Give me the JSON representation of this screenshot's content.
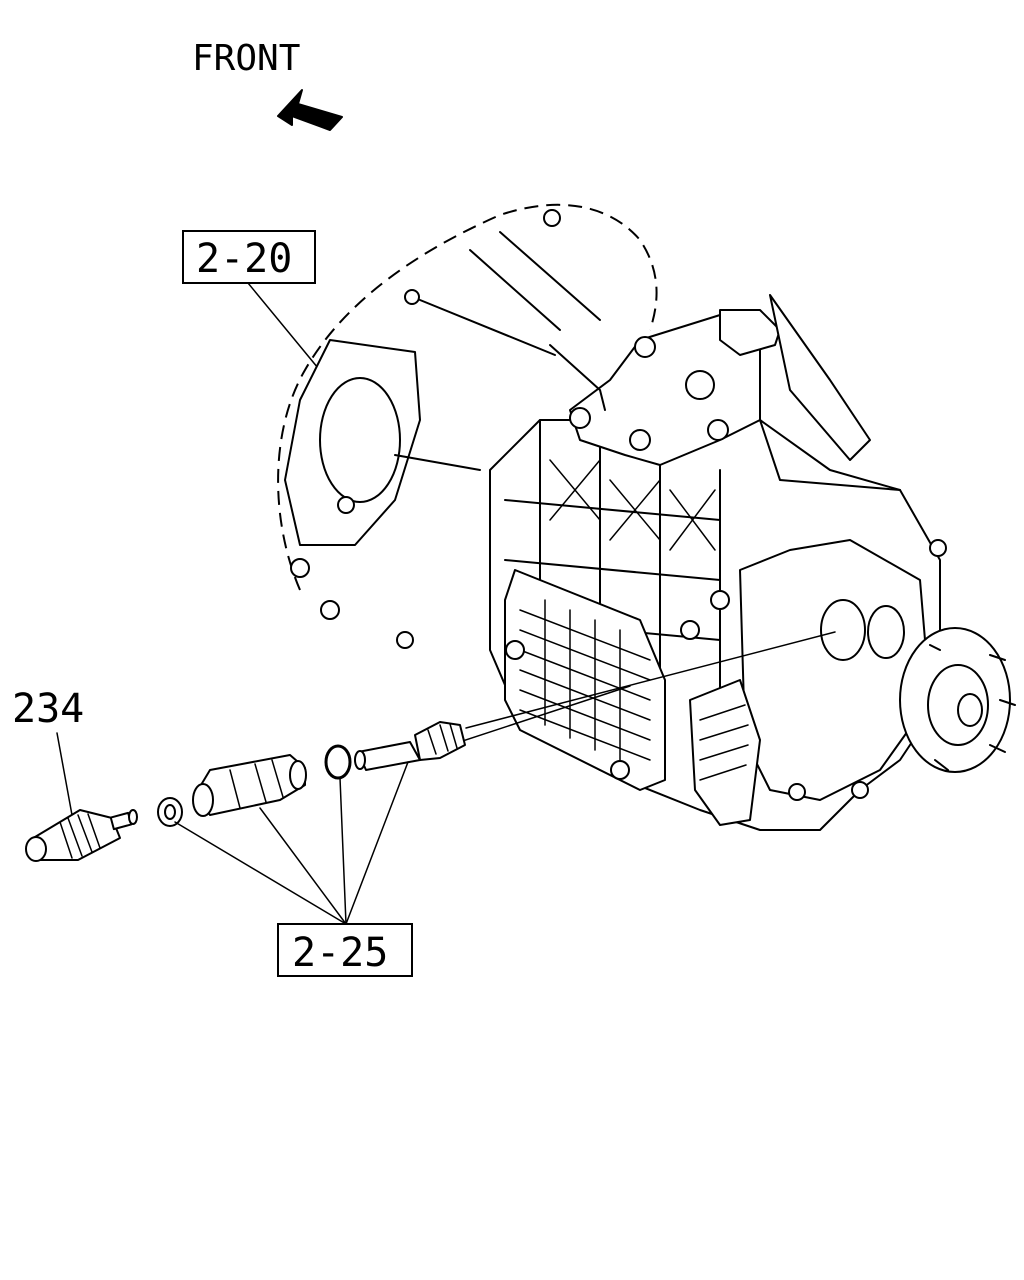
{
  "direction": {
    "label": "FRONT",
    "arrow_icon": "front-arrow-icon"
  },
  "callouts": {
    "housing_ref": "2-20",
    "speedo_parts_ref": "2-25",
    "sensor_part_no": "234"
  },
  "parts": {
    "transmission": "transmission-assembly",
    "speed_sensor": "speed-sensor",
    "sleeve": "driven-gear-sleeve",
    "o_ring": "o-ring",
    "bushing": "bushing",
    "driven_gear": "speedometer-driven-gear"
  }
}
